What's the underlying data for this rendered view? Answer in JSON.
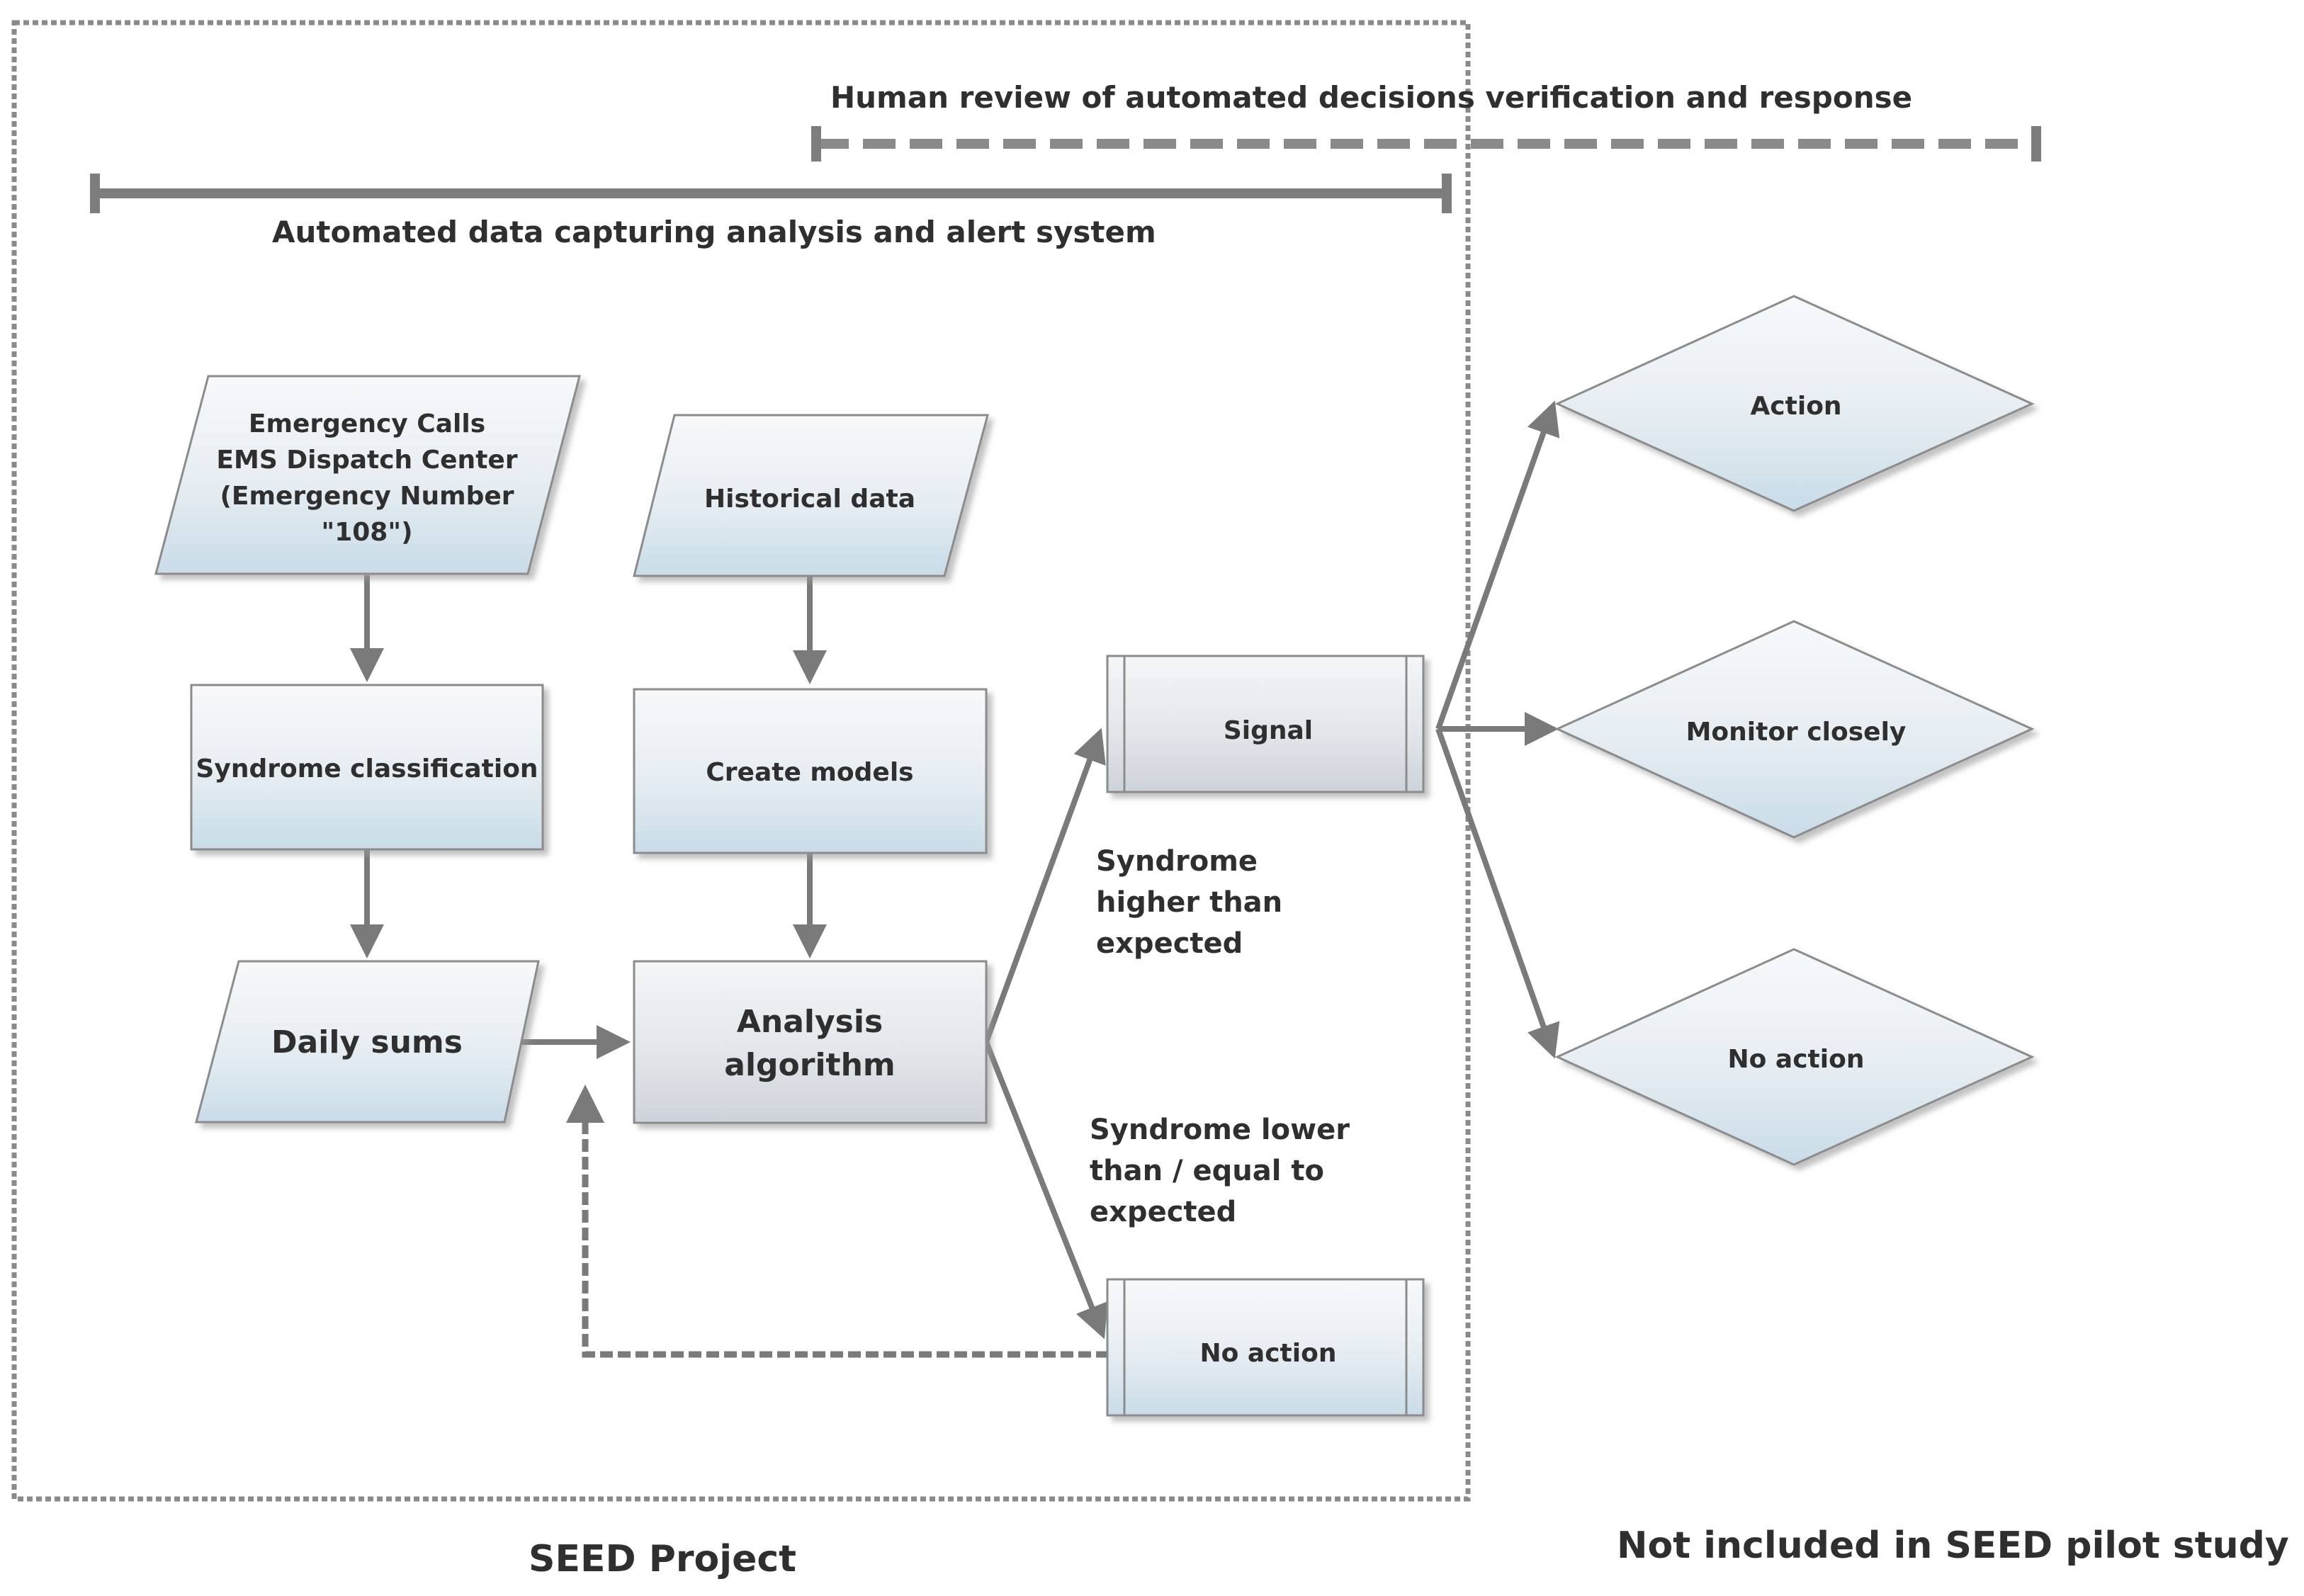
{
  "header": {
    "automated_label": "Automated data capturing analysis and alert system",
    "human_review_label": "Human review of automated decisions  verification and response"
  },
  "nodes": {
    "emergency_calls": {
      "line1": "Emergency Calls",
      "line2": "EMS Dispatch Center",
      "line3": "(Emergency Number",
      "line4": "\"108\")"
    },
    "historical_data": "Historical data",
    "syndrome_classification": "Syndrome classification",
    "create_models": "Create models",
    "daily_sums": "Daily sums",
    "analysis_algorithm": {
      "line1": "Analysis",
      "line2": "algorithm"
    },
    "signal": "Signal",
    "no_action_box": "No action",
    "action": "Action",
    "monitor_closely": "Monitor closely",
    "no_action_diamond": "No action"
  },
  "edge_labels": {
    "higher": {
      "line1": "Syndrome",
      "line2": "higher than",
      "line3": "expected"
    },
    "lower": {
      "line1": "Syndrome lower",
      "line2": "than / equal to",
      "line3": "expected"
    }
  },
  "footer": {
    "seed_project": "SEED Project",
    "not_included": "Not included in SEED pilot study"
  }
}
